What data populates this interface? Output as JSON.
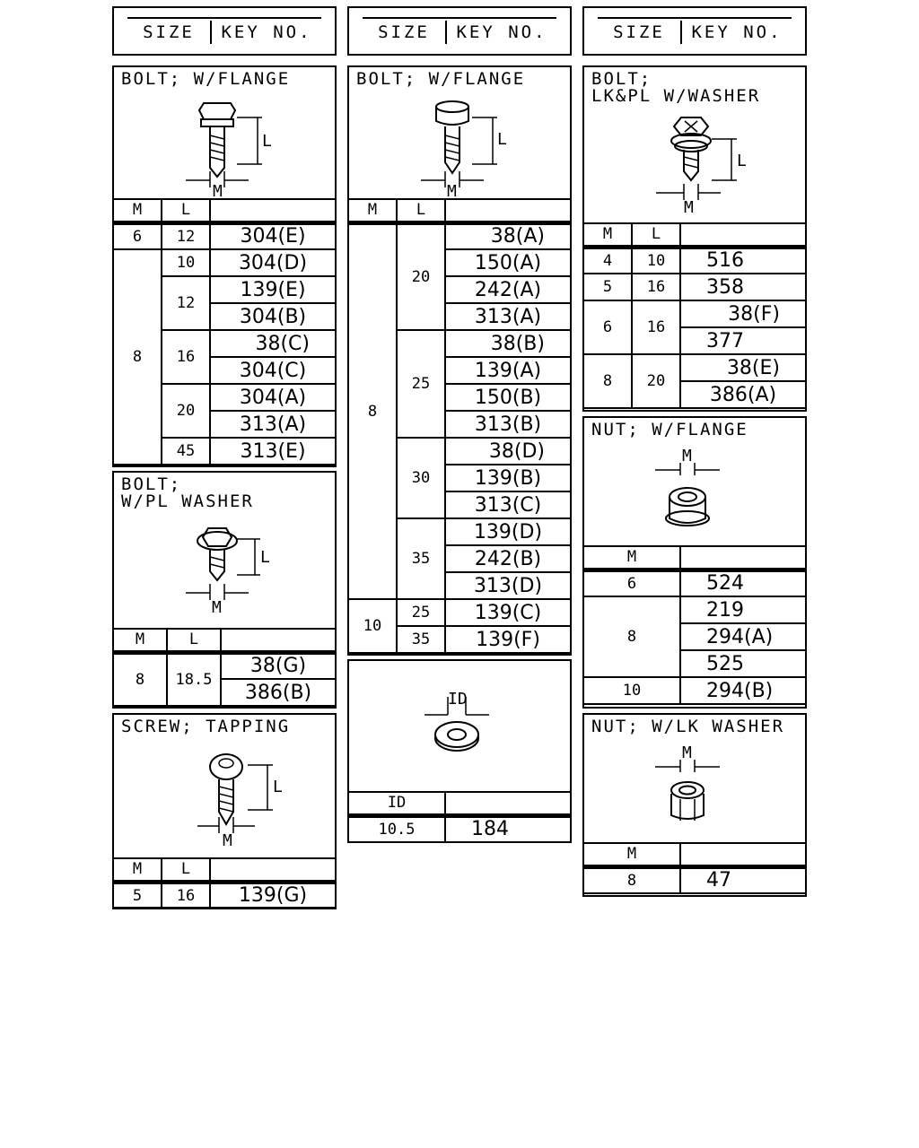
{
  "headers": [
    {
      "size": "SIZE",
      "key": "KEY NO."
    },
    {
      "size": "SIZE",
      "key": "KEY NO."
    },
    {
      "size": "SIZE",
      "key": "KEY NO."
    }
  ],
  "bolt_flange_1": {
    "title": "BOLT; W/FLANGE",
    "cols": {
      "m": "M",
      "l": "L"
    },
    "dim_l": "L",
    "dim_m": "M",
    "rows": [
      {
        "m": "6",
        "l": "12",
        "keys": [
          "304(E)"
        ]
      },
      {
        "m": "8",
        "groups": [
          {
            "l": "10",
            "keys": [
              "304(D)"
            ]
          },
          {
            "l": "12",
            "keys": [
              "139(E)",
              "304(B)"
            ]
          },
          {
            "l": "16",
            "keys": [
              "38(C)",
              "304(C)"
            ]
          },
          {
            "l": "20",
            "keys": [
              "304(A)",
              "313(A)"
            ]
          },
          {
            "l": "45",
            "keys": [
              "313(E)"
            ]
          }
        ]
      }
    ]
  },
  "bolt_pl_washer": {
    "title": "BOLT;\nW/PL WASHER",
    "cols": {
      "m": "M",
      "l": "L"
    },
    "dim_l": "L",
    "dim_m": "M",
    "m": "8",
    "l": "18.5",
    "keys": [
      "38(G)",
      "386(B)"
    ]
  },
  "screw_tapping": {
    "title": "SCREW; TAPPING",
    "cols": {
      "m": "M",
      "l": "L"
    },
    "dim_l": "L",
    "dim_m": "M",
    "m": "5",
    "l": "16",
    "key": "139(G)"
  },
  "bolt_flange_2": {
    "title": "BOLT; W/FLANGE",
    "cols": {
      "m": "M",
      "l": "L"
    },
    "dim_l": "L",
    "dim_m": "M",
    "m8": "8",
    "m10": "10",
    "g20": {
      "l": "20",
      "keys": [
        "38(A)",
        "150(A)",
        "242(A)",
        "313(A)"
      ]
    },
    "g25": {
      "l": "25",
      "keys": [
        "38(B)",
        "139(A)",
        "150(B)",
        "313(B)"
      ]
    },
    "g30": {
      "l": "30",
      "keys": [
        "38(D)",
        "139(B)",
        "313(C)"
      ]
    },
    "g35": {
      "l": "35",
      "keys": [
        "139(D)",
        "242(B)",
        "313(D)"
      ]
    },
    "m10_rows": [
      {
        "l": "25",
        "key": "139(C)"
      },
      {
        "l": "35",
        "key": "139(F)"
      }
    ]
  },
  "washer": {
    "dim_id": "ID",
    "cols": {
      "id": "ID"
    },
    "id": "10.5",
    "key": "184"
  },
  "bolt_lk_pl": {
    "title": "BOLT;\nLK&PL W/WASHER",
    "cols": {
      "m": "M",
      "l": "L"
    },
    "dim_l": "L",
    "dim_m": "M",
    "rows": [
      {
        "m": "4",
        "l": "10",
        "key": "516"
      },
      {
        "m": "5",
        "l": "16",
        "key": "358"
      },
      {
        "m": "6",
        "l": "16",
        "keys": [
          "38(F)",
          "377"
        ]
      },
      {
        "m": "8",
        "l": "20",
        "keys": [
          "38(E)",
          "386(A)"
        ]
      }
    ]
  },
  "nut_flange": {
    "title": "NUT; W/FLANGE",
    "cols": {
      "m": "M"
    },
    "dim_m": "M",
    "m6": "6",
    "k6": "524",
    "m8": "8",
    "k8": [
      "219",
      "294(A)",
      "525"
    ],
    "m10": "10",
    "k10": "294(B)"
  },
  "nut_lk_washer": {
    "title": "NUT; W/LK WASHER",
    "cols": {
      "m": "M"
    },
    "dim_m": "M",
    "m": "8",
    "key": "47"
  }
}
